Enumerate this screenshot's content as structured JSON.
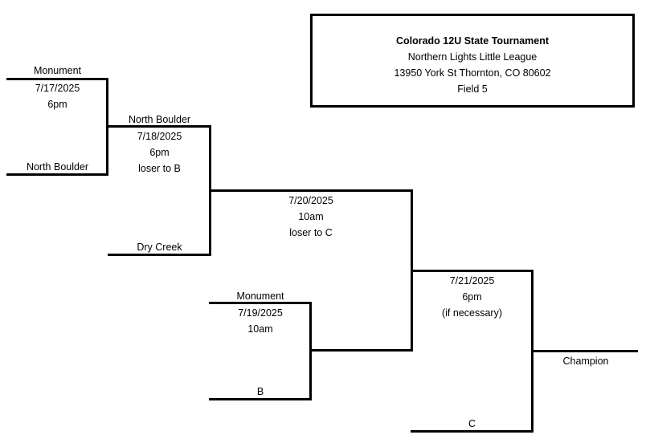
{
  "info": {
    "title": "Colorado 12U State Tournament",
    "league": "Northern Lights Little League",
    "address": "13950 York St Thornton, CO 80602",
    "field": "Field 5"
  },
  "game_a": {
    "team_top": "Monument",
    "date": "7/17/2025",
    "time": "6pm",
    "team_bottom": "North Boulder"
  },
  "game_b": {
    "team_top": "North Boulder",
    "date": "7/18/2025",
    "time": "6pm",
    "note": "loser to B",
    "team_bottom": "Dry Creek"
  },
  "game_c": {
    "date": "7/20/2025",
    "time": "10am",
    "note": "loser to C"
  },
  "game_d": {
    "team_top": "Monument",
    "date": "7/19/2025",
    "time": "10am",
    "team_bottom": "B"
  },
  "game_e": {
    "date": "7/21/2025",
    "time": "6pm",
    "note": "(if necessary)",
    "team_bottom": "C"
  },
  "champion": {
    "label": "Champion"
  }
}
